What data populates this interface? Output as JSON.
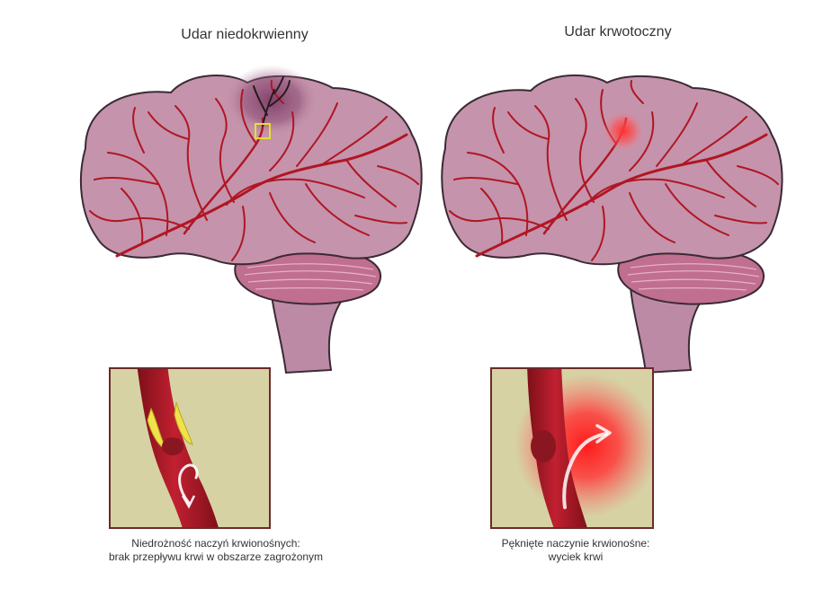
{
  "ischemic": {
    "title": "Udar niedokrwienny",
    "caption_line1": "Niedrożność naczyń krwionośnych:",
    "caption_line2": "brak przepływu krwi w obszarze zagrożonym"
  },
  "hemorrhagic": {
    "title": "Udar krwotoczny",
    "caption_line1": "Pęknięte naczynie krwionośne:",
    "caption_line2": "wyciek krwi"
  },
  "colors": {
    "brain": "#c593ac",
    "brain_outline": "#3a2a34",
    "vessel": "#b01623",
    "inset_bg": "#d6d2a4",
    "inset_border": "#6b2a2a",
    "clot": "#f1e14a",
    "hemorrhage": "#ff2e2e"
  }
}
